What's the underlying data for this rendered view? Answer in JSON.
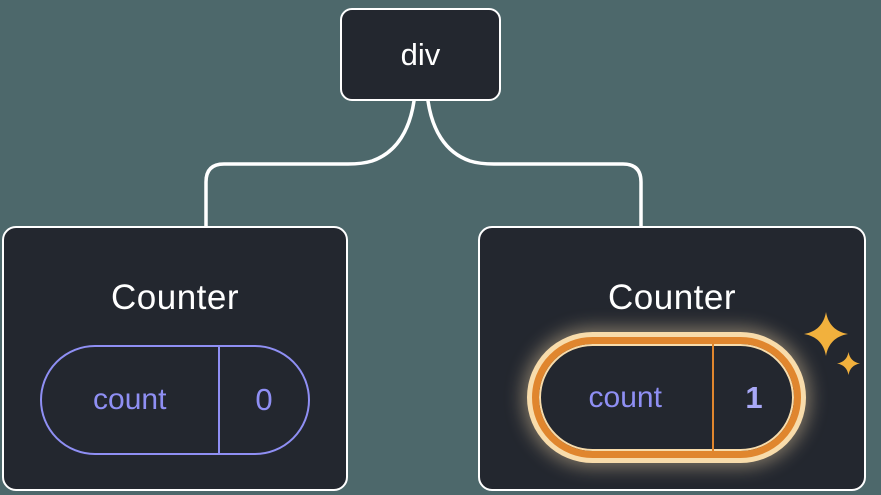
{
  "tree": {
    "root": {
      "label": "div"
    },
    "children": [
      {
        "title": "Counter",
        "state_key": "count",
        "state_value": "0",
        "highlighted": false
      },
      {
        "title": "Counter",
        "state_key": "count",
        "state_value": "1",
        "highlighted": true
      }
    ]
  },
  "icons": {
    "sparkle": "four-pointed-star"
  },
  "colors": {
    "stage_background": "#4d686b",
    "node_background": "#23272f",
    "node_border": "#ffffff",
    "connector": "#ffffff",
    "state_purple": "#8f8ff4",
    "highlight_orange": "#e0862e",
    "highlight_cream": "#f8dcab",
    "sparkle_gold": "#f2b13d"
  }
}
